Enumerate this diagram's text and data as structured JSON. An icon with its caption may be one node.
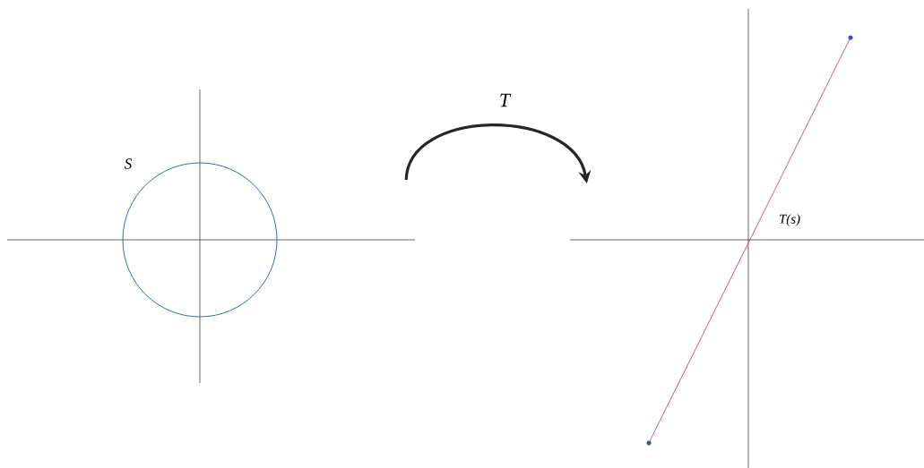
{
  "diagram": {
    "nodes": [
      {
        "text": [
          "S"
        ]
      },
      {
        "text": [
          "T(s)"
        ]
      }
    ],
    "edges": [
      {
        "from": 0,
        "to": 1,
        "arrow": "to",
        "label": "T"
      }
    ]
  }
}
